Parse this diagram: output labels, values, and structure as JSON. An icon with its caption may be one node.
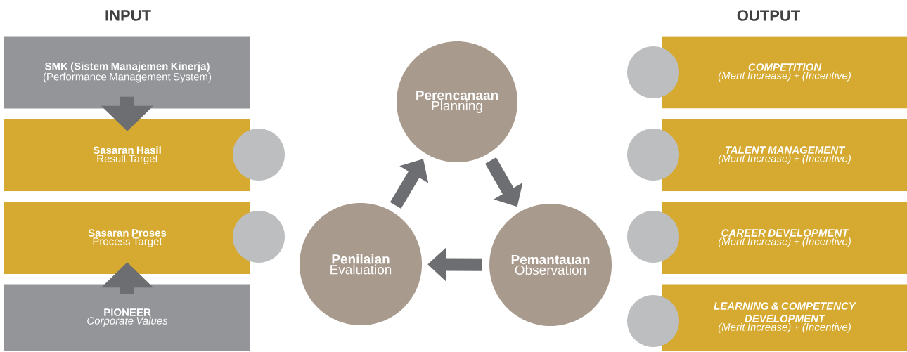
{
  "diagram": {
    "nodes": [
      {
        "text": [
          "SMK (Sistem Manajemen Kinerja)",
          "(Performance Management System)"
        ]
      },
      {
        "text": [
          "Sasaran Hasil",
          "Result Target"
        ]
      },
      {
        "text": [
          "Sasaran Proses",
          "Process Target"
        ]
      },
      {
        "text": [
          "PIONEER",
          "Corporate Values"
        ]
      },
      {
        "text": [
          "Perencanaan",
          "Planning"
        ]
      },
      {
        "text": [
          "Pemantauan",
          "Observation"
        ]
      },
      {
        "text": [
          "Penilaian",
          "Evaluation"
        ]
      },
      {
        "text": [
          "COMPETITION",
          "(Merit Increase) + (Incentive)"
        ]
      },
      {
        "text": [
          "TALENT MANAGEMENT",
          "(Merit Increase) + (Incentive)"
        ]
      },
      {
        "text": [
          "CAREER DEVELOPMENT",
          "(Merit Increase) + (Incentive)"
        ]
      },
      {
        "text": [
          "LEARNING & COMPETENCY DEVELOPMENT",
          "(Merit Increase) + (Incentive)"
        ]
      },
      {
        "text": [],
        "shape": "circle"
      },
      {
        "text": [],
        "shape": "circle"
      },
      {
        "text": [],
        "shape": "circle"
      },
      {
        "text": [],
        "shape": "circle"
      },
      {
        "text": [],
        "shape": "circle"
      },
      {
        "text": [],
        "shape": "circle"
      }
    ],
    "edges": [
      {
        "from": 0,
        "to": 1,
        "arrow": "to"
      },
      {
        "from": 3,
        "to": 2,
        "arrow": "to"
      },
      {
        "from": 4,
        "to": 5,
        "arrow": "to"
      },
      {
        "from": 5,
        "to": 6,
        "arrow": "to"
      },
      {
        "from": 6,
        "to": 4,
        "arrow": "to"
      }
    ],
    "labels": [
      "INPUT",
      "OUTPUT"
    ]
  }
}
